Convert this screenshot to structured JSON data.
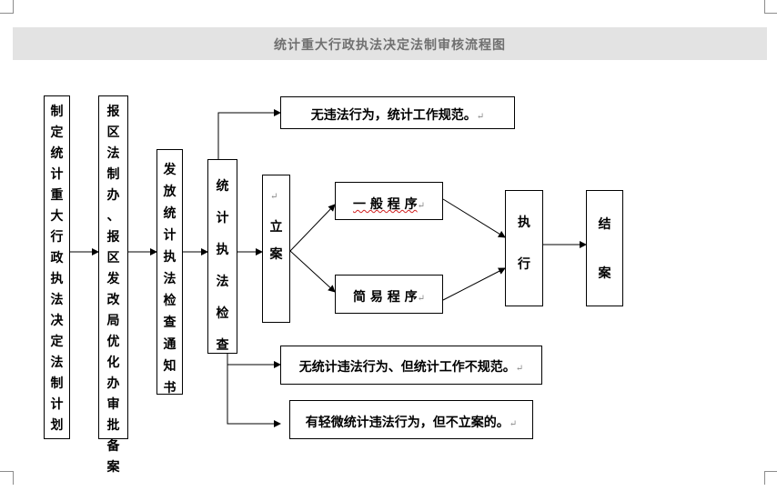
{
  "title": "统计重大行政执法决定法制审核流程图",
  "nodes": {
    "plan": "制定统计重大行政执法决定法制计划",
    "report": "报区法制办、报区发改局优化办审批备案",
    "notice": "发放统计执法检查通知书",
    "inspect": "统计执法检查",
    "no_violation": "无违法行为，统计工作规范。",
    "file_case": "立案",
    "general": "一 般 程 序",
    "simple": "简 易 程 序",
    "execute": "执行",
    "close": "结案",
    "nonstandard": "无统计违法行为、但统计工作不规范。",
    "minor": "有轻微统计违法行为，但不立案的。"
  },
  "paragraph_mark": "↵"
}
